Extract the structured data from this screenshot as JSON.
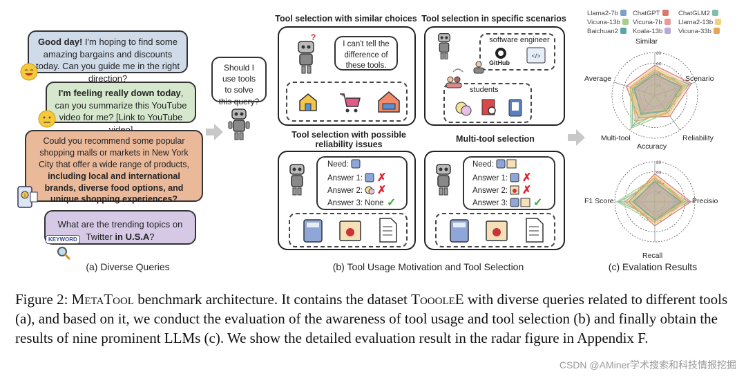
{
  "colors": {
    "blue": "#cfdbe9",
    "green": "#d5e8cd",
    "orange": "#eab99a",
    "purple": "#d5c9e6",
    "red": "#d23",
    "green_check": "#3a3"
  },
  "queries": [
    {
      "bold": "Good day!",
      "text": " I'm hoping to find some amazing bargains and discounts today. Can you guide me in the right direction?"
    },
    {
      "bold": "I'm feeling really down today",
      "text": ", can you summarize this YouTube video for me? [Link to YouTube video]"
    },
    {
      "pre": "Could you recommend some popular shopping malls or markets in New York City that offer a wide range of products, ",
      "bold": "including local and international brands, diverse food options, and unique shopping experiences?"
    },
    {
      "pre": "What are the trending topics on Twitter ",
      "bold": "in U.S.A",
      "post": "?"
    }
  ],
  "keyword_badge": "KEYWORD",
  "robot_question": "Should I use tools to solve this query?",
  "captions": {
    "a": "(a) Diverse Queries",
    "b": "(b) Tool Usage Motivation and Tool Selection",
    "c": "(c) Evalation Results"
  },
  "panels": {
    "similar": {
      "title": "Tool selection with similar choices",
      "speech": "I can't tell the difference of these tools."
    },
    "scenario": {
      "title": "Tool selection in specific scenarios",
      "engineer": "software engineer",
      "github": "GitHub",
      "students": "students"
    },
    "reliability": {
      "title": "Tool selection with possible reliability issues",
      "need": "Need:",
      "a1": "Answer 1:",
      "a2": "Answer 2:",
      "a3": "Answer 3:",
      "a3_value": "None"
    },
    "multi": {
      "title": "Multi-tool selection",
      "need": "Need:",
      "a1": "Answer 1:",
      "a2": "Answer 2:",
      "a3": "Answer 3:"
    }
  },
  "legend": [
    {
      "name": "Llama2-7b",
      "color": "#7da0c9"
    },
    {
      "name": "ChatGPT",
      "color": "#d9786c"
    },
    {
      "name": "ChatGLM2",
      "color": "#7fbfae"
    },
    {
      "name": "Vicuna-13b",
      "color": "#a6cf8b"
    },
    {
      "name": "Vicuna-7b",
      "color": "#e89a9a"
    },
    {
      "name": "Llama2-13b",
      "color": "#f0d27a"
    },
    {
      "name": "Baichuan2",
      "color": "#5aa5a8"
    },
    {
      "name": "Koala-13b",
      "color": "#b9a7d8"
    },
    {
      "name": "Vicuna-33b",
      "color": "#e8a55a"
    }
  ],
  "radar1": {
    "axes": [
      "Similar",
      "Scenario",
      "Reliability",
      "Multi-tool",
      "Average"
    ],
    "ticks": [
      "20",
      "40",
      "60",
      "80"
    ]
  },
  "radar2": {
    "axes": [
      "Accuracy",
      "Precisio",
      "Recall",
      "F1 Score"
    ],
    "ticks": [
      "20",
      "40",
      "60",
      "80"
    ]
  },
  "figure_caption": {
    "label": "Figure 2: ",
    "meta": "MetaTool",
    "p1": " benchmark architecture. It contains the dataset ",
    "toole": "ToooleE",
    "p2": " with diverse queries related to different tools (a), and based on it, we conduct the evaluation of the awareness of tool usage and tool selection (b) and finally obtain the results of nine prominent LLMs (c). We show the detailed evaluation result in the radar figure in Appendix F."
  },
  "watermark": "CSDN @AMiner学术搜索和科技情报挖掘"
}
